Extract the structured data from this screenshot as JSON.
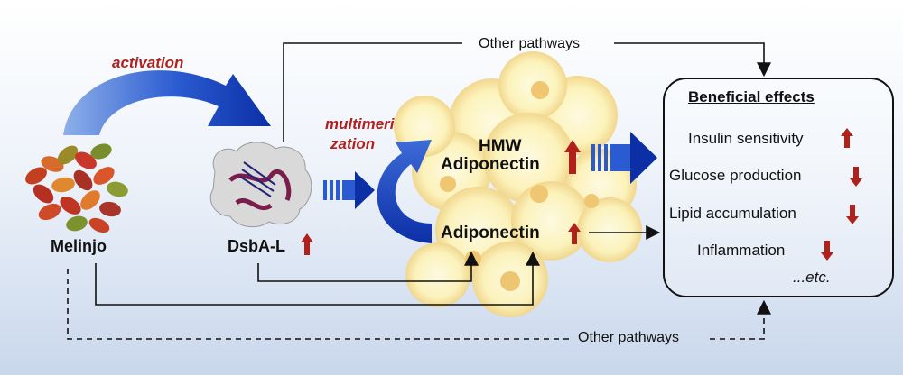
{
  "labels": {
    "melinjo": "Melinjo",
    "dsba": "DsbA-L",
    "activation": "activation",
    "multimerization_line1": "multimeri",
    "multimerization_line2": "zation",
    "hmw_line1": "HMW",
    "hmw_line2": "Adiponectin",
    "adiponectin": "Adiponectin",
    "other_pathways_top": "Other pathways",
    "other_pathways_bottom": "Other pathways"
  },
  "effects": {
    "title": "Beneficial effects",
    "items": [
      {
        "label": "Insulin sensitivity",
        "direction": "up"
      },
      {
        "label": "Glucose production",
        "direction": "down"
      },
      {
        "label": "Lipid accumulation",
        "direction": "down"
      },
      {
        "label": "Inflammation",
        "direction": "down"
      }
    ],
    "etc": "...etc."
  },
  "colors": {
    "arrow_blue": "#1f4fbf",
    "up_down_red": "#b0211b",
    "italic_red": "#b11f1f"
  }
}
